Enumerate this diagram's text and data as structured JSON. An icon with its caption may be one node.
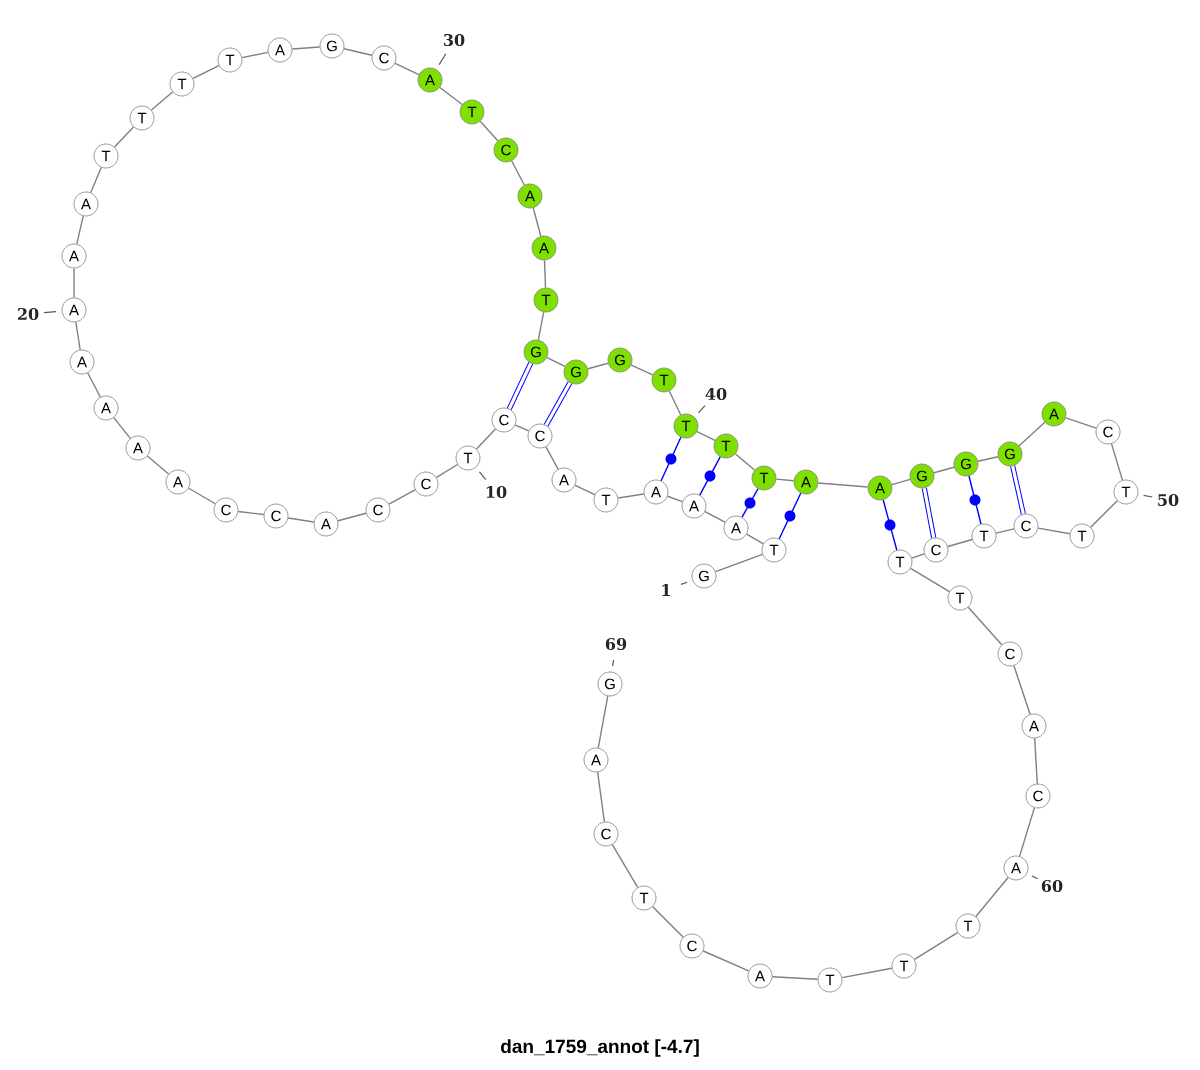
{
  "diagram": {
    "title": "dan_1759_annot [-4.7]",
    "nodes": [
      {
        "text": [
          "G"
        ],
        "beside": [
          "1"
        ]
      },
      {
        "text": [
          "T"
        ]
      },
      {
        "text": [
          "A"
        ]
      },
      {
        "text": [
          "A"
        ]
      },
      {
        "text": [
          "A"
        ]
      },
      {
        "text": [
          "T"
        ]
      },
      {
        "text": [
          "A"
        ]
      },
      {
        "text": [
          "C"
        ]
      },
      {
        "text": [
          "C"
        ]
      },
      {
        "text": [
          "T"
        ],
        "beside": [
          "10"
        ]
      },
      {
        "text": [
          "C"
        ]
      },
      {
        "text": [
          "C"
        ]
      },
      {
        "text": [
          "A"
        ]
      },
      {
        "text": [
          "C"
        ]
      },
      {
        "text": [
          "C"
        ]
      },
      {
        "text": [
          "A"
        ]
      },
      {
        "text": [
          "A"
        ]
      },
      {
        "text": [
          "A"
        ]
      },
      {
        "text": [
          "A"
        ]
      },
      {
        "text": [
          "A"
        ],
        "beside": [
          "20"
        ]
      },
      {
        "text": [
          "A"
        ]
      },
      {
        "text": [
          "A"
        ]
      },
      {
        "text": [
          "T"
        ]
      },
      {
        "text": [
          "T"
        ]
      },
      {
        "text": [
          "T"
        ]
      },
      {
        "text": [
          "T"
        ]
      },
      {
        "text": [
          "A"
        ]
      },
      {
        "text": [
          "G"
        ]
      },
      {
        "text": [
          "C"
        ]
      },
      {
        "text": [
          "A"
        ],
        "beside": [
          "30"
        ]
      },
      {
        "text": [
          "T"
        ]
      },
      {
        "text": [
          "C"
        ]
      },
      {
        "text": [
          "A"
        ]
      },
      {
        "text": [
          "A"
        ]
      },
      {
        "text": [
          "T"
        ]
      },
      {
        "text": [
          "G"
        ]
      },
      {
        "text": [
          "G"
        ]
      },
      {
        "text": [
          "G"
        ]
      },
      {
        "text": [
          "T"
        ]
      },
      {
        "text": [
          "T"
        ],
        "beside": [
          "40"
        ]
      },
      {
        "text": [
          "T"
        ]
      },
      {
        "text": [
          "T"
        ]
      },
      {
        "text": [
          "A"
        ]
      },
      {
        "text": [
          "A"
        ]
      },
      {
        "text": [
          "G"
        ]
      },
      {
        "text": [
          "G"
        ]
      },
      {
        "text": [
          "G"
        ]
      },
      {
        "text": [
          "A"
        ]
      },
      {
        "text": [
          "C"
        ]
      },
      {
        "text": [
          "T"
        ],
        "beside": [
          "50"
        ]
      },
      {
        "text": [
          "T"
        ]
      },
      {
        "text": [
          "C"
        ]
      },
      {
        "text": [
          "T"
        ]
      },
      {
        "text": [
          "C"
        ]
      },
      {
        "text": [
          "T"
        ]
      },
      {
        "text": [
          "T"
        ]
      },
      {
        "text": [
          "C"
        ]
      },
      {
        "text": [
          "A"
        ]
      },
      {
        "text": [
          "C"
        ]
      },
      {
        "text": [
          "A"
        ],
        "beside": [
          "60"
        ]
      },
      {
        "text": [
          "T"
        ]
      },
      {
        "text": [
          "T"
        ]
      },
      {
        "text": [
          "T"
        ]
      },
      {
        "text": [
          "A"
        ]
      },
      {
        "text": [
          "C"
        ]
      },
      {
        "text": [
          "T"
        ]
      },
      {
        "text": [
          "C"
        ]
      },
      {
        "text": [
          "A"
        ]
      },
      {
        "text": [
          "G"
        ],
        "beside": [
          "69"
        ]
      }
    ],
    "edges": [
      {
        "from": 0,
        "to": 1,
        "arrow": "none"
      },
      {
        "from": 1,
        "to": 2,
        "arrow": "none"
      },
      {
        "from": 2,
        "to": 3,
        "arrow": "none"
      },
      {
        "from": 3,
        "to": 4,
        "arrow": "none"
      },
      {
        "from": 4,
        "to": 5,
        "arrow": "none"
      },
      {
        "from": 5,
        "to": 6,
        "arrow": "none"
      },
      {
        "from": 6,
        "to": 7,
        "arrow": "none"
      },
      {
        "from": 7,
        "to": 8,
        "arrow": "none"
      },
      {
        "from": 8,
        "to": 9,
        "arrow": "none"
      },
      {
        "from": 9,
        "to": 10,
        "arrow": "none"
      },
      {
        "from": 10,
        "to": 11,
        "arrow": "none"
      },
      {
        "from": 11,
        "to": 12,
        "arrow": "none"
      },
      {
        "from": 12,
        "to": 13,
        "arrow": "none"
      },
      {
        "from": 13,
        "to": 14,
        "arrow": "none"
      },
      {
        "from": 14,
        "to": 15,
        "arrow": "none"
      },
      {
        "from": 15,
        "to": 16,
        "arrow": "none"
      },
      {
        "from": 16,
        "to": 17,
        "arrow": "none"
      },
      {
        "from": 17,
        "to": 18,
        "arrow": "none"
      },
      {
        "from": 18,
        "to": 19,
        "arrow": "none"
      },
      {
        "from": 19,
        "to": 20,
        "arrow": "none"
      },
      {
        "from": 20,
        "to": 21,
        "arrow": "none"
      },
      {
        "from": 21,
        "to": 22,
        "arrow": "none"
      },
      {
        "from": 22,
        "to": 23,
        "arrow": "none"
      },
      {
        "from": 23,
        "to": 24,
        "arrow": "none"
      },
      {
        "from": 24,
        "to": 25,
        "arrow": "none"
      },
      {
        "from": 25,
        "to": 26,
        "arrow": "none"
      },
      {
        "from": 26,
        "to": 27,
        "arrow": "none"
      },
      {
        "from": 27,
        "to": 28,
        "arrow": "none"
      },
      {
        "from": 28,
        "to": 29,
        "arrow": "none"
      },
      {
        "from": 29,
        "to": 30,
        "arrow": "none"
      },
      {
        "from": 30,
        "to": 31,
        "arrow": "none"
      },
      {
        "from": 31,
        "to": 32,
        "arrow": "none"
      },
      {
        "from": 32,
        "to": 33,
        "arrow": "none"
      },
      {
        "from": 33,
        "to": 34,
        "arrow": "none"
      },
      {
        "from": 34,
        "to": 35,
        "arrow": "none"
      },
      {
        "from": 35,
        "to": 36,
        "arrow": "none"
      },
      {
        "from": 36,
        "to": 37,
        "arrow": "none"
      },
      {
        "from": 37,
        "to": 38,
        "arrow": "none"
      },
      {
        "from": 38,
        "to": 39,
        "arrow": "none"
      },
      {
        "from": 39,
        "to": 40,
        "arrow": "none"
      },
      {
        "from": 40,
        "to": 41,
        "arrow": "none"
      },
      {
        "from": 41,
        "to": 42,
        "arrow": "none"
      },
      {
        "from": 42,
        "to": 43,
        "arrow": "none"
      },
      {
        "from": 43,
        "to": 44,
        "arrow": "none"
      },
      {
        "from": 44,
        "to": 45,
        "arrow": "none"
      },
      {
        "from": 45,
        "to": 46,
        "arrow": "none"
      },
      {
        "from": 46,
        "to": 47,
        "arrow": "none"
      },
      {
        "from": 47,
        "to": 48,
        "arrow": "none"
      },
      {
        "from": 48,
        "to": 49,
        "arrow": "none"
      },
      {
        "from": 49,
        "to": 50,
        "arrow": "none"
      },
      {
        "from": 50,
        "to": 51,
        "arrow": "none"
      },
      {
        "from": 51,
        "to": 52,
        "arrow": "none"
      },
      {
        "from": 52,
        "to": 53,
        "arrow": "none"
      },
      {
        "from": 53,
        "to": 54,
        "arrow": "none"
      },
      {
        "from": 54,
        "to": 55,
        "arrow": "none"
      },
      {
        "from": 55,
        "to": 56,
        "arrow": "none"
      },
      {
        "from": 56,
        "to": 57,
        "arrow": "none"
      },
      {
        "from": 57,
        "to": 58,
        "arrow": "none"
      },
      {
        "from": 58,
        "to": 59,
        "arrow": "none"
      },
      {
        "from": 59,
        "to": 60,
        "arrow": "none"
      },
      {
        "from": 60,
        "to": 61,
        "arrow": "none"
      },
      {
        "from": 61,
        "to": 62,
        "arrow": "none"
      },
      {
        "from": 62,
        "to": 63,
        "arrow": "none"
      },
      {
        "from": 63,
        "to": 64,
        "arrow": "none"
      },
      {
        "from": 64,
        "to": 65,
        "arrow": "none"
      },
      {
        "from": 65,
        "to": 66,
        "arrow": "none"
      },
      {
        "from": 66,
        "to": 67,
        "arrow": "none"
      },
      {
        "from": 67,
        "to": 68,
        "arrow": "none"
      },
      {
        "from": 7,
        "to": 36,
        "arrow": "none",
        "style": "thick",
        "color": "#0000ff"
      },
      {
        "from": 8,
        "to": 35,
        "arrow": "none",
        "style": "thick",
        "color": "#0000ff"
      },
      {
        "from": 1,
        "to": 42,
        "arrow": "none",
        "color": "#0000ff"
      },
      {
        "from": 2,
        "to": 41,
        "arrow": "none",
        "color": "#0000ff"
      },
      {
        "from": 3,
        "to": 40,
        "arrow": "none",
        "color": "#0000ff"
      },
      {
        "from": 4,
        "to": 39,
        "arrow": "none",
        "color": "#0000ff"
      },
      {
        "from": 43,
        "to": 54,
        "arrow": "none",
        "color": "#0000ff"
      },
      {
        "from": 44,
        "to": 53,
        "arrow": "none",
        "style": "thick",
        "color": "#0000ff"
      },
      {
        "from": 45,
        "to": 52,
        "arrow": "none",
        "color": "#0000ff"
      },
      {
        "from": 46,
        "to": 51,
        "arrow": "none",
        "style": "thick",
        "color": "#0000ff"
      }
    ]
  }
}
